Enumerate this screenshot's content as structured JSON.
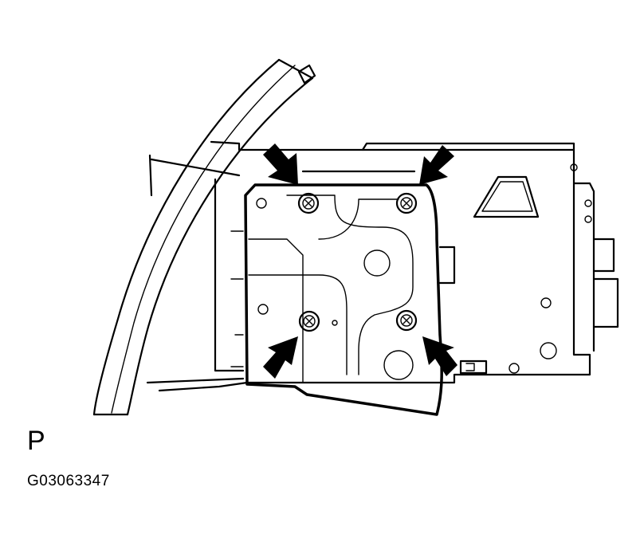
{
  "view_label": "P",
  "figure_code": "G03063347",
  "parts": {
    "bolts": [
      {
        "id": "upper-left-bolt",
        "icon": "bolt-icon"
      },
      {
        "id": "upper-right-bolt",
        "icon": "bolt-icon"
      },
      {
        "id": "lower-left-bolt",
        "icon": "bolt-icon"
      },
      {
        "id": "lower-right-bolt",
        "icon": "bolt-icon"
      }
    ],
    "arrow_count": 4
  }
}
